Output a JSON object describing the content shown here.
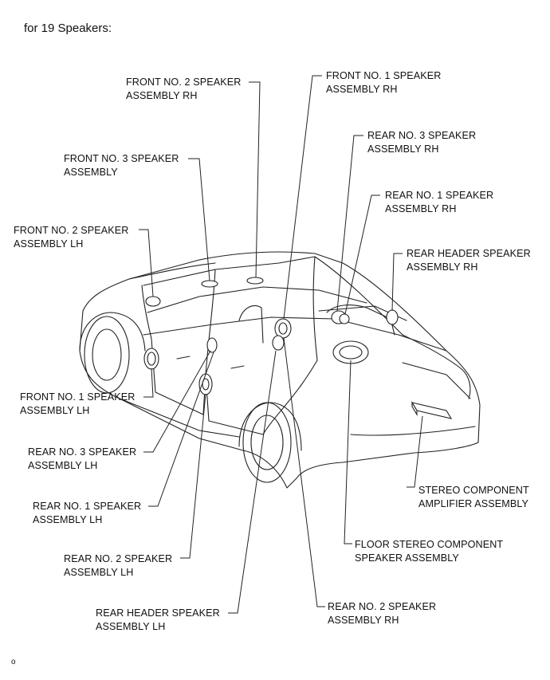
{
  "heading": "for 19 Speakers:",
  "figure_id": "o",
  "labels": {
    "front2_rh": [
      "FRONT NO. 2 SPEAKER",
      "ASSEMBLY RH"
    ],
    "front1_rh": [
      "FRONT NO. 1 SPEAKER",
      "ASSEMBLY RH"
    ],
    "rear3_rh": [
      "REAR NO. 3 SPEAKER",
      "ASSEMBLY RH"
    ],
    "front3": [
      "FRONT NO. 3 SPEAKER",
      "ASSEMBLY"
    ],
    "rear1_rh": [
      "REAR NO. 1 SPEAKER",
      "ASSEMBLY RH"
    ],
    "front2_lh": [
      "FRONT NO. 2 SPEAKER",
      "ASSEMBLY LH"
    ],
    "rear_header_rh": [
      "REAR HEADER SPEAKER",
      "ASSEMBLY RH"
    ],
    "front1_lh": [
      "FRONT NO. 1 SPEAKER",
      "ASSEMBLY LH"
    ],
    "rear3_lh": [
      "REAR NO. 3 SPEAKER",
      "ASSEMBLY LH"
    ],
    "rear1_lh": [
      "REAR NO. 1 SPEAKER",
      "ASSEMBLY LH"
    ],
    "stereo_amp": [
      "STEREO COMPONENT",
      "AMPLIFIER ASSEMBLY"
    ],
    "floor_stereo": [
      "FLOOR STEREO COMPONENT",
      "SPEAKER ASSEMBLY"
    ],
    "rear2_lh": [
      "REAR NO. 2 SPEAKER",
      "ASSEMBLY LH"
    ],
    "rear_header_lh": [
      "REAR HEADER SPEAKER",
      "ASSEMBLY LH"
    ],
    "rear2_rh": [
      "REAR NO. 2 SPEAKER",
      "ASSEMBLY RH"
    ]
  }
}
